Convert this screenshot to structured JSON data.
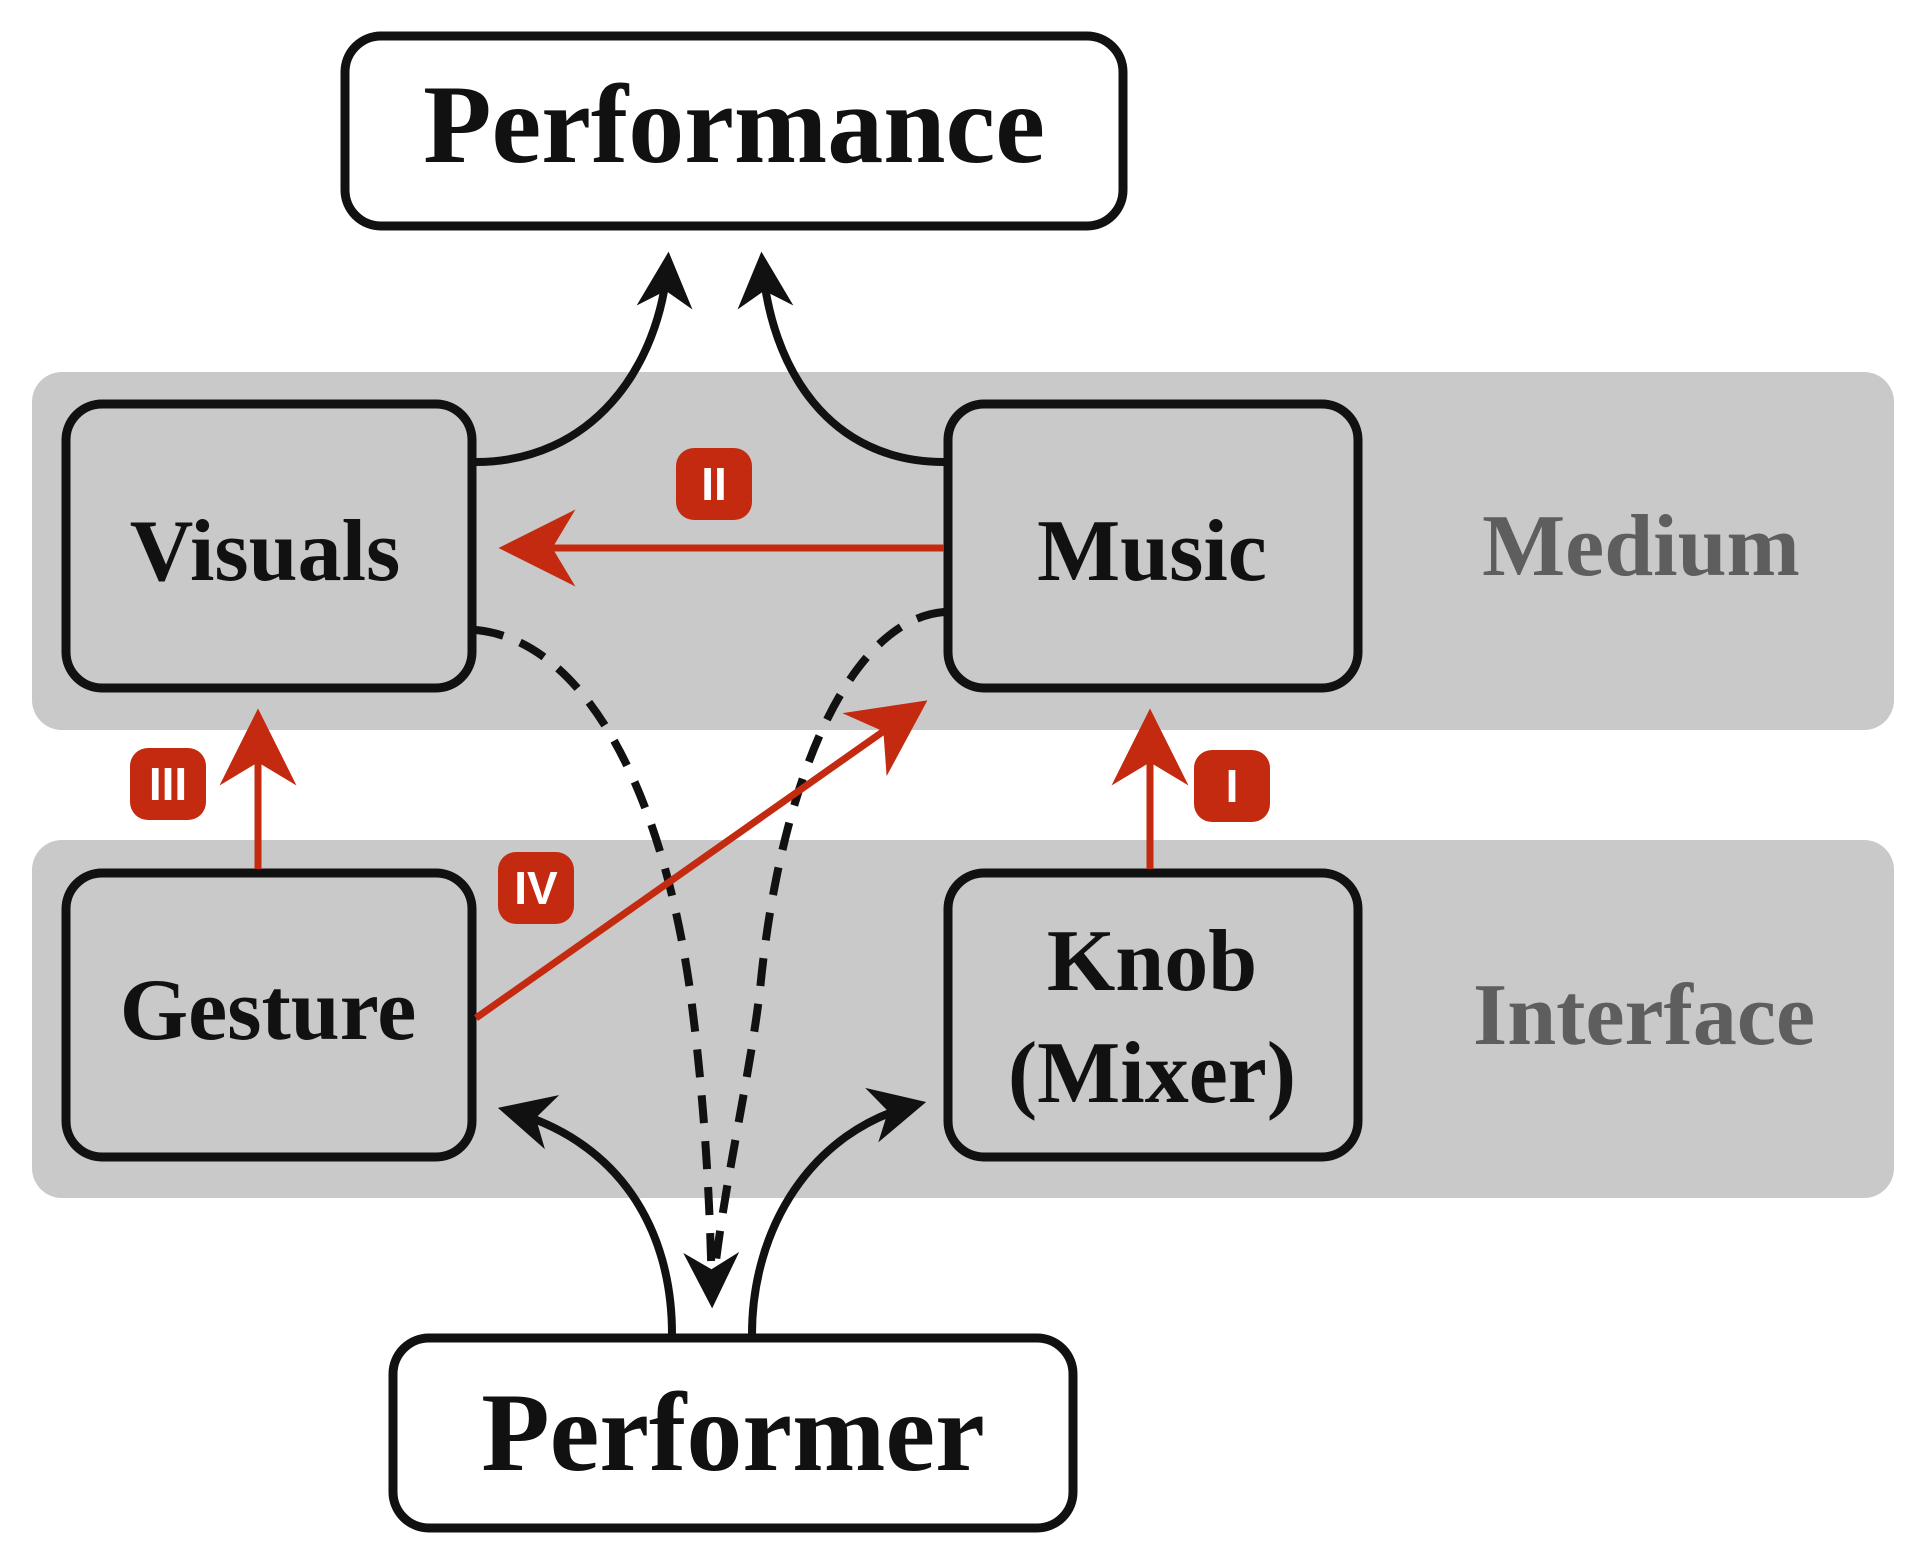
{
  "colors": {
    "layer_band": "#c9c9c9",
    "layer_label": "#5e5e5e",
    "node_border": "#111111",
    "node_fill_white": "#ffffff",
    "node_fill_gray": "#c9c9c9",
    "accent_red": "#c42a10",
    "badge_text": "#ffffff",
    "flow_black": "#111111"
  },
  "layers": {
    "medium": "Medium",
    "interface": "Interface"
  },
  "nodes": {
    "performance": "Performance",
    "visuals": "Visuals",
    "music": "Music",
    "gesture": "Gesture",
    "knob_line1": "Knob",
    "knob_line2": "(Mixer)",
    "performer": "Performer"
  },
  "badges": {
    "i": "I",
    "ii": "II",
    "iii": "III",
    "iv": "IV"
  }
}
